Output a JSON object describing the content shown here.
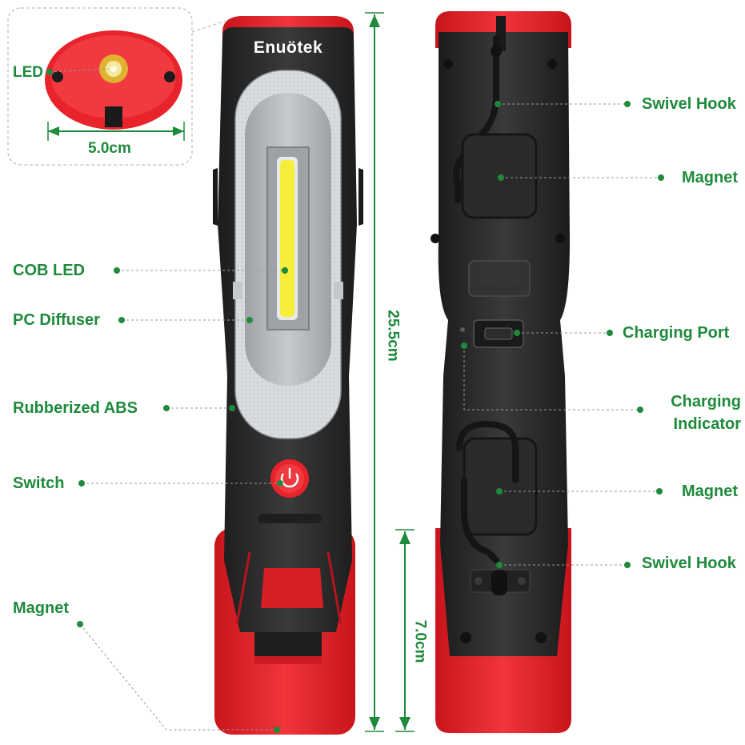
{
  "brand": "Enuötek",
  "inset": {
    "led_label": "LED",
    "width_label": "5.0cm"
  },
  "front_labels": {
    "cob_led": "COB LED",
    "pc_diffuser": "PC Diffuser",
    "rubberized_abs": "Rubberized ABS",
    "switch": "Switch",
    "magnet": "Magnet"
  },
  "back_labels": {
    "swivel_hook_top": "Swivel Hook",
    "magnet_top": "Magnet",
    "charging_port": "Charging Port",
    "charging_indicator_line1": "Charging",
    "charging_indicator_line2": "Indicator",
    "magnet_bottom": "Magnet",
    "swivel_hook_bottom": "Swivel Hook"
  },
  "dimensions": {
    "length": "25.5cm",
    "base": "7.0cm"
  },
  "port_embossing": {
    "line1": "DC 5V",
    "line2": "MAX 2A"
  },
  "colors": {
    "label_green": "#1e8a3c",
    "body_black": "#2b2b2b",
    "accent_red": "#e8232b",
    "cob_yellow": "#f7ee3a",
    "diffuser_grey": "#b9bcbf"
  }
}
